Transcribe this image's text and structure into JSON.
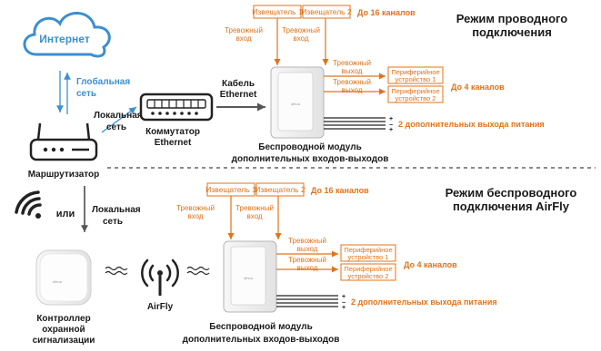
{
  "colors": {
    "accent": "#e0731a",
    "cloud": "#3b8fd0",
    "text": "#1a1a1a",
    "device_stroke": "#8a8a8a"
  },
  "cloud": {
    "label": "Интернет",
    "icon": "cloud-icon"
  },
  "global_link": {
    "line1": "Глобальная",
    "line2": "сеть"
  },
  "router": {
    "label": "Маршрутизатор",
    "icon": "router-icon"
  },
  "local_link_top": {
    "line1": "Локальная",
    "line2": "сеть"
  },
  "local_link_bottom": {
    "line1": "Локальная",
    "line2": "сеть"
  },
  "switch": {
    "line1": "Коммутатор",
    "line2": "Ethernet",
    "icon": "ethernet-switch-icon"
  },
  "cable": {
    "line1": "Кабель",
    "line2": "Ethernet"
  },
  "or_label": "или",
  "wifi_icon": "wifi-signal-icon",
  "controller": {
    "line1": "Контроллер",
    "line2": "охранной",
    "line3": "сигнализации",
    "icon": "alarm-controller-icon"
  },
  "airfly": {
    "label": "AirFly",
    "icon": "antenna-icon"
  },
  "wired": {
    "title_line1": "Режим проводного",
    "title_line2": "подключения",
    "detector1": "Извещатель 1",
    "detector2": "Извещатель 2",
    "channels": "До 16 каналов",
    "input1_line1": "Тревожный",
    "input1_line2": "вход",
    "input2_line1": "Тревожный",
    "input2_line2": "вход",
    "output1_line1": "Тревожный",
    "output1_line2": "выход",
    "output2_line1": "Тревожный",
    "output2_line2": "выход",
    "periph1_line1": "Периферийное",
    "periph1_line2": "устройство 1",
    "periph2_line1": "Периферийное",
    "periph2_line2": "устройство 2",
    "out_channels": "До 4 каналов",
    "power": "2 дополнительных выхода питания",
    "module_line1": "Беспроводной модуль",
    "module_line2": "дополнительных входов-выходов"
  },
  "wireless": {
    "title_line1": "Режим беспроводного",
    "title_line2": "подключения AirFly",
    "detector1": "Извещатель 1",
    "detector2": "Извещатель 2",
    "channels": "До 16 каналов",
    "input1_line1": "Тревожный",
    "input1_line2": "вход",
    "input2_line1": "Тревожный",
    "input2_line2": "вход",
    "output1_line1": "Тревожный",
    "output1_line2": "выход",
    "output2_line1": "Тревожный",
    "output2_line2": "выход",
    "periph1_line1": "Периферийное",
    "periph1_line2": "устройство 1",
    "periph2_line1": "Периферийное",
    "periph2_line2": "устройство 2",
    "out_channels": "До 4 каналов",
    "power": "2 дополнительных выхода питания",
    "module_line1": "Беспроводной модуль",
    "module_line2": "дополнительных входов-выходов"
  }
}
